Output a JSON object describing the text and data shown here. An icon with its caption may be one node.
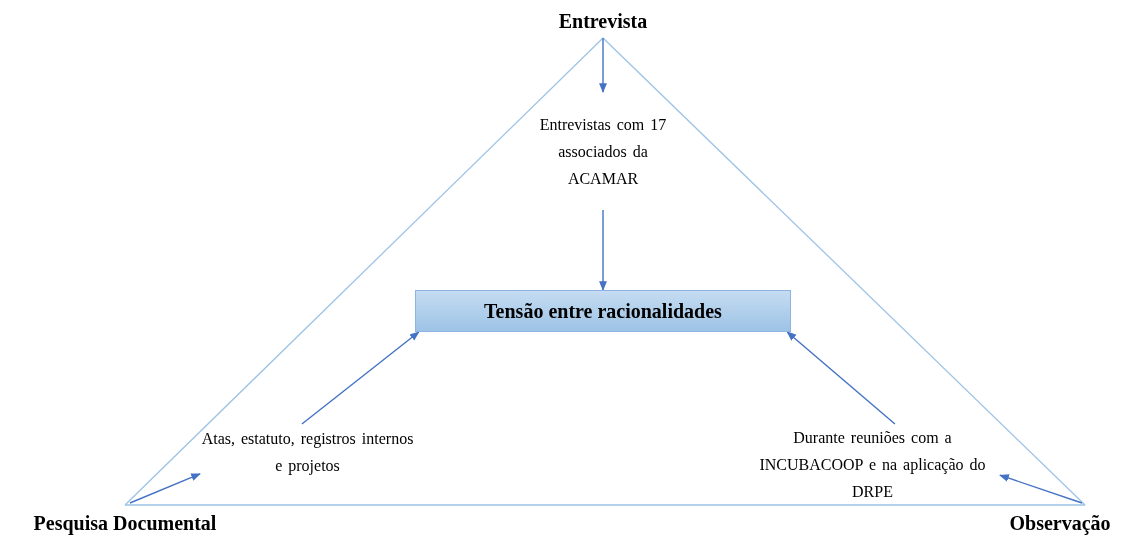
{
  "diagram": {
    "nodes": [
      {
        "text": [
          "Entrevista"
        ]
      },
      {
        "text": [
          "Pesquisa Documental"
        ]
      },
      {
        "text": [
          "Observação"
        ]
      },
      {
        "text": [
          "Entrevistas com 17 associados da ACAMAR"
        ]
      },
      {
        "text": [
          "Tensão entre racionalidades"
        ]
      },
      {
        "text": [
          "Atas, estatuto, registros internos e projetos"
        ]
      },
      {
        "text": [
          "Durante reuniões com a INCUBACOOP e na aplicação do DRPE"
        ]
      }
    ],
    "edges": [
      {
        "from": 0,
        "to": 1,
        "arrow": "none",
        "color": "#9dc3e6"
      },
      {
        "from": 0,
        "to": 2,
        "arrow": "none",
        "color": "#9dc3e6"
      },
      {
        "from": 1,
        "to": 2,
        "arrow": "none",
        "color": "#9dc3e6"
      },
      {
        "from": 0,
        "to": 3,
        "arrow": "to"
      },
      {
        "from": 3,
        "to": 4,
        "arrow": "to"
      },
      {
        "from": 1,
        "to": 5,
        "arrow": "to"
      },
      {
        "from": 5,
        "to": 4,
        "arrow": "to"
      },
      {
        "from": 2,
        "to": 6,
        "arrow": "to"
      },
      {
        "from": 6,
        "to": 4,
        "arrow": "to"
      }
    ]
  }
}
